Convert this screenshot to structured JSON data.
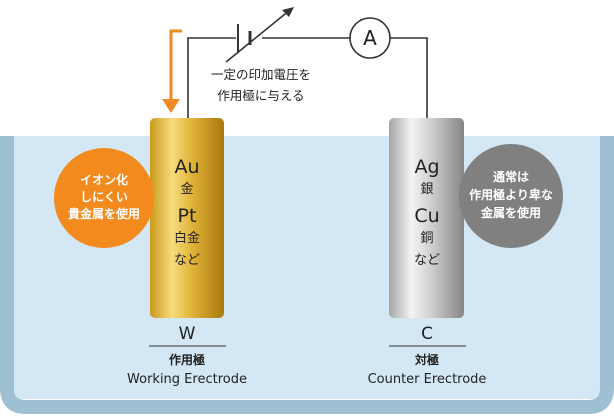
{
  "colors": {
    "electrolyte": "#d3e8f4",
    "beaker": "#9fbfd2",
    "wire": "#333333",
    "arrow": "#f08a24",
    "working_badge": "#f28a1e",
    "counter_badge": "#808080",
    "gold_light": "#f6dc7e",
    "gold_dark": "#b88a12",
    "silver_light": "#f2f2f2",
    "silver_dark": "#8c8c8c"
  },
  "power_supply": {
    "caption_line1": "一定の印加電圧を",
    "caption_line2": "作用極に与える"
  },
  "ammeter": {
    "symbol": "A"
  },
  "working_electrode": {
    "materials": [
      "Au",
      "金",
      "Pt",
      "白金",
      "など"
    ],
    "badge_lines": [
      "イオン化",
      "しにくい",
      "貴金属を使用"
    ],
    "symbol": "W",
    "name_ja": "作用極",
    "name_en": "Working Erectrode"
  },
  "counter_electrode": {
    "materials": [
      "Ag",
      "銀",
      "Cu",
      "銅",
      "など"
    ],
    "badge_lines": [
      "通常は",
      "作用極より卑な",
      "金属を使用"
    ],
    "symbol": "C",
    "name_ja": "対極",
    "name_en": "Counter Erectrode"
  }
}
